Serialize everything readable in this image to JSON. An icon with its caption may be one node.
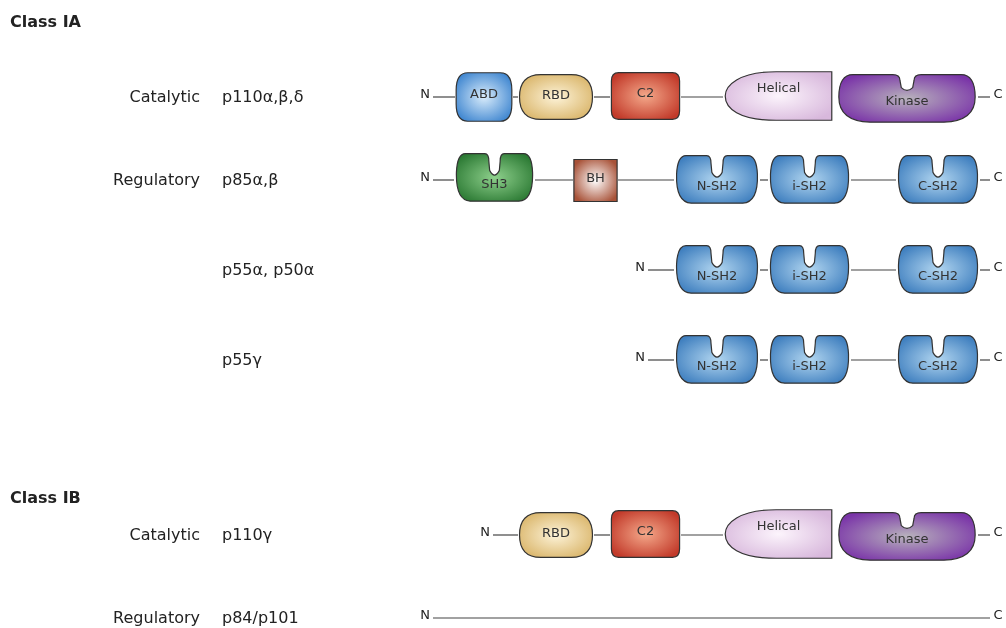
{
  "diagram": {
    "nodes": [
      {
        "text": [
          "N"
        ]
      },
      {
        "text": [
          "ABD"
        ]
      },
      {
        "text": [
          "RBD"
        ]
      },
      {
        "text": [
          "C2"
        ]
      },
      {
        "text": [
          "Helical"
        ]
      },
      {
        "text": [
          "Kinase"
        ]
      },
      {
        "text": [
          "C"
        ]
      },
      {
        "text": [
          "N"
        ]
      },
      {
        "text": [
          "SH3"
        ]
      },
      {
        "text": [
          "BH"
        ]
      },
      {
        "text": [
          "N-SH2"
        ]
      },
      {
        "text": [
          "i-SH2"
        ]
      },
      {
        "text": [
          "C-SH2"
        ]
      },
      {
        "text": [
          "C"
        ]
      },
      {
        "text": [
          "N"
        ]
      },
      {
        "text": [
          "N-SH2"
        ]
      },
      {
        "text": [
          "i-SH2"
        ]
      },
      {
        "text": [
          "C-SH2"
        ]
      },
      {
        "text": [
          "C"
        ]
      },
      {
        "text": [
          "N"
        ]
      },
      {
        "text": [
          "N-SH2"
        ]
      },
      {
        "text": [
          "i-SH2"
        ]
      },
      {
        "text": [
          "C-SH2"
        ]
      },
      {
        "text": [
          "C"
        ]
      },
      {
        "text": [
          "N"
        ]
      },
      {
        "text": [
          "RBD"
        ]
      },
      {
        "text": [
          "C2"
        ]
      },
      {
        "text": [
          "Helical"
        ]
      },
      {
        "text": [
          "Kinase"
        ]
      },
      {
        "text": [
          "C"
        ]
      },
      {
        "text": [
          "N"
        ]
      },
      {
        "text": [
          "C"
        ]
      }
    ],
    "edges": [
      {
        "from": 0,
        "to": 1,
        "arrow": "none"
      },
      {
        "from": 1,
        "to": 2,
        "arrow": "none"
      },
      {
        "from": 2,
        "to": 3,
        "arrow": "none"
      },
      {
        "from": 3,
        "to": 4,
        "arrow": "none"
      },
      {
        "from": 5,
        "to": 6,
        "arrow": "none"
      },
      {
        "from": 7,
        "to": 8,
        "arrow": "none"
      },
      {
        "from": 8,
        "to": 9,
        "arrow": "none"
      },
      {
        "from": 9,
        "to": 10,
        "arrow": "none"
      },
      {
        "from": 10,
        "to": 11,
        "arrow": "none"
      },
      {
        "from": 11,
        "to": 12,
        "arrow": "none"
      },
      {
        "from": 12,
        "to": 13,
        "arrow": "none"
      },
      {
        "from": 14,
        "to": 15,
        "arrow": "none"
      },
      {
        "from": 15,
        "to": 16,
        "arrow": "none"
      },
      {
        "from": 16,
        "to": 17,
        "arrow": "none"
      },
      {
        "from": 17,
        "to": 18,
        "arrow": "none"
      },
      {
        "from": 19,
        "to": 20,
        "arrow": "none"
      },
      {
        "from": 20,
        "to": 21,
        "arrow": "none"
      },
      {
        "from": 21,
        "to": 22,
        "arrow": "none"
      },
      {
        "from": 22,
        "to": 23,
        "arrow": "none"
      },
      {
        "from": 24,
        "to": 25,
        "arrow": "none"
      },
      {
        "from": 25,
        "to": 26,
        "arrow": "none"
      },
      {
        "from": 26,
        "to": 27,
        "arrow": "none"
      },
      {
        "from": 28,
        "to": 29,
        "arrow": "none"
      },
      {
        "from": 30,
        "to": 31,
        "arrow": "none"
      }
    ],
    "labels": [
      "Class IA",
      "Catalytic",
      "p110α,β,δ",
      "Regulatory",
      "p85α,β",
      "p55α, p50α",
      "p55γ",
      "Class IB",
      "Catalytic",
      "p110γ",
      "Regulatory",
      "p84/p101"
    ]
  }
}
